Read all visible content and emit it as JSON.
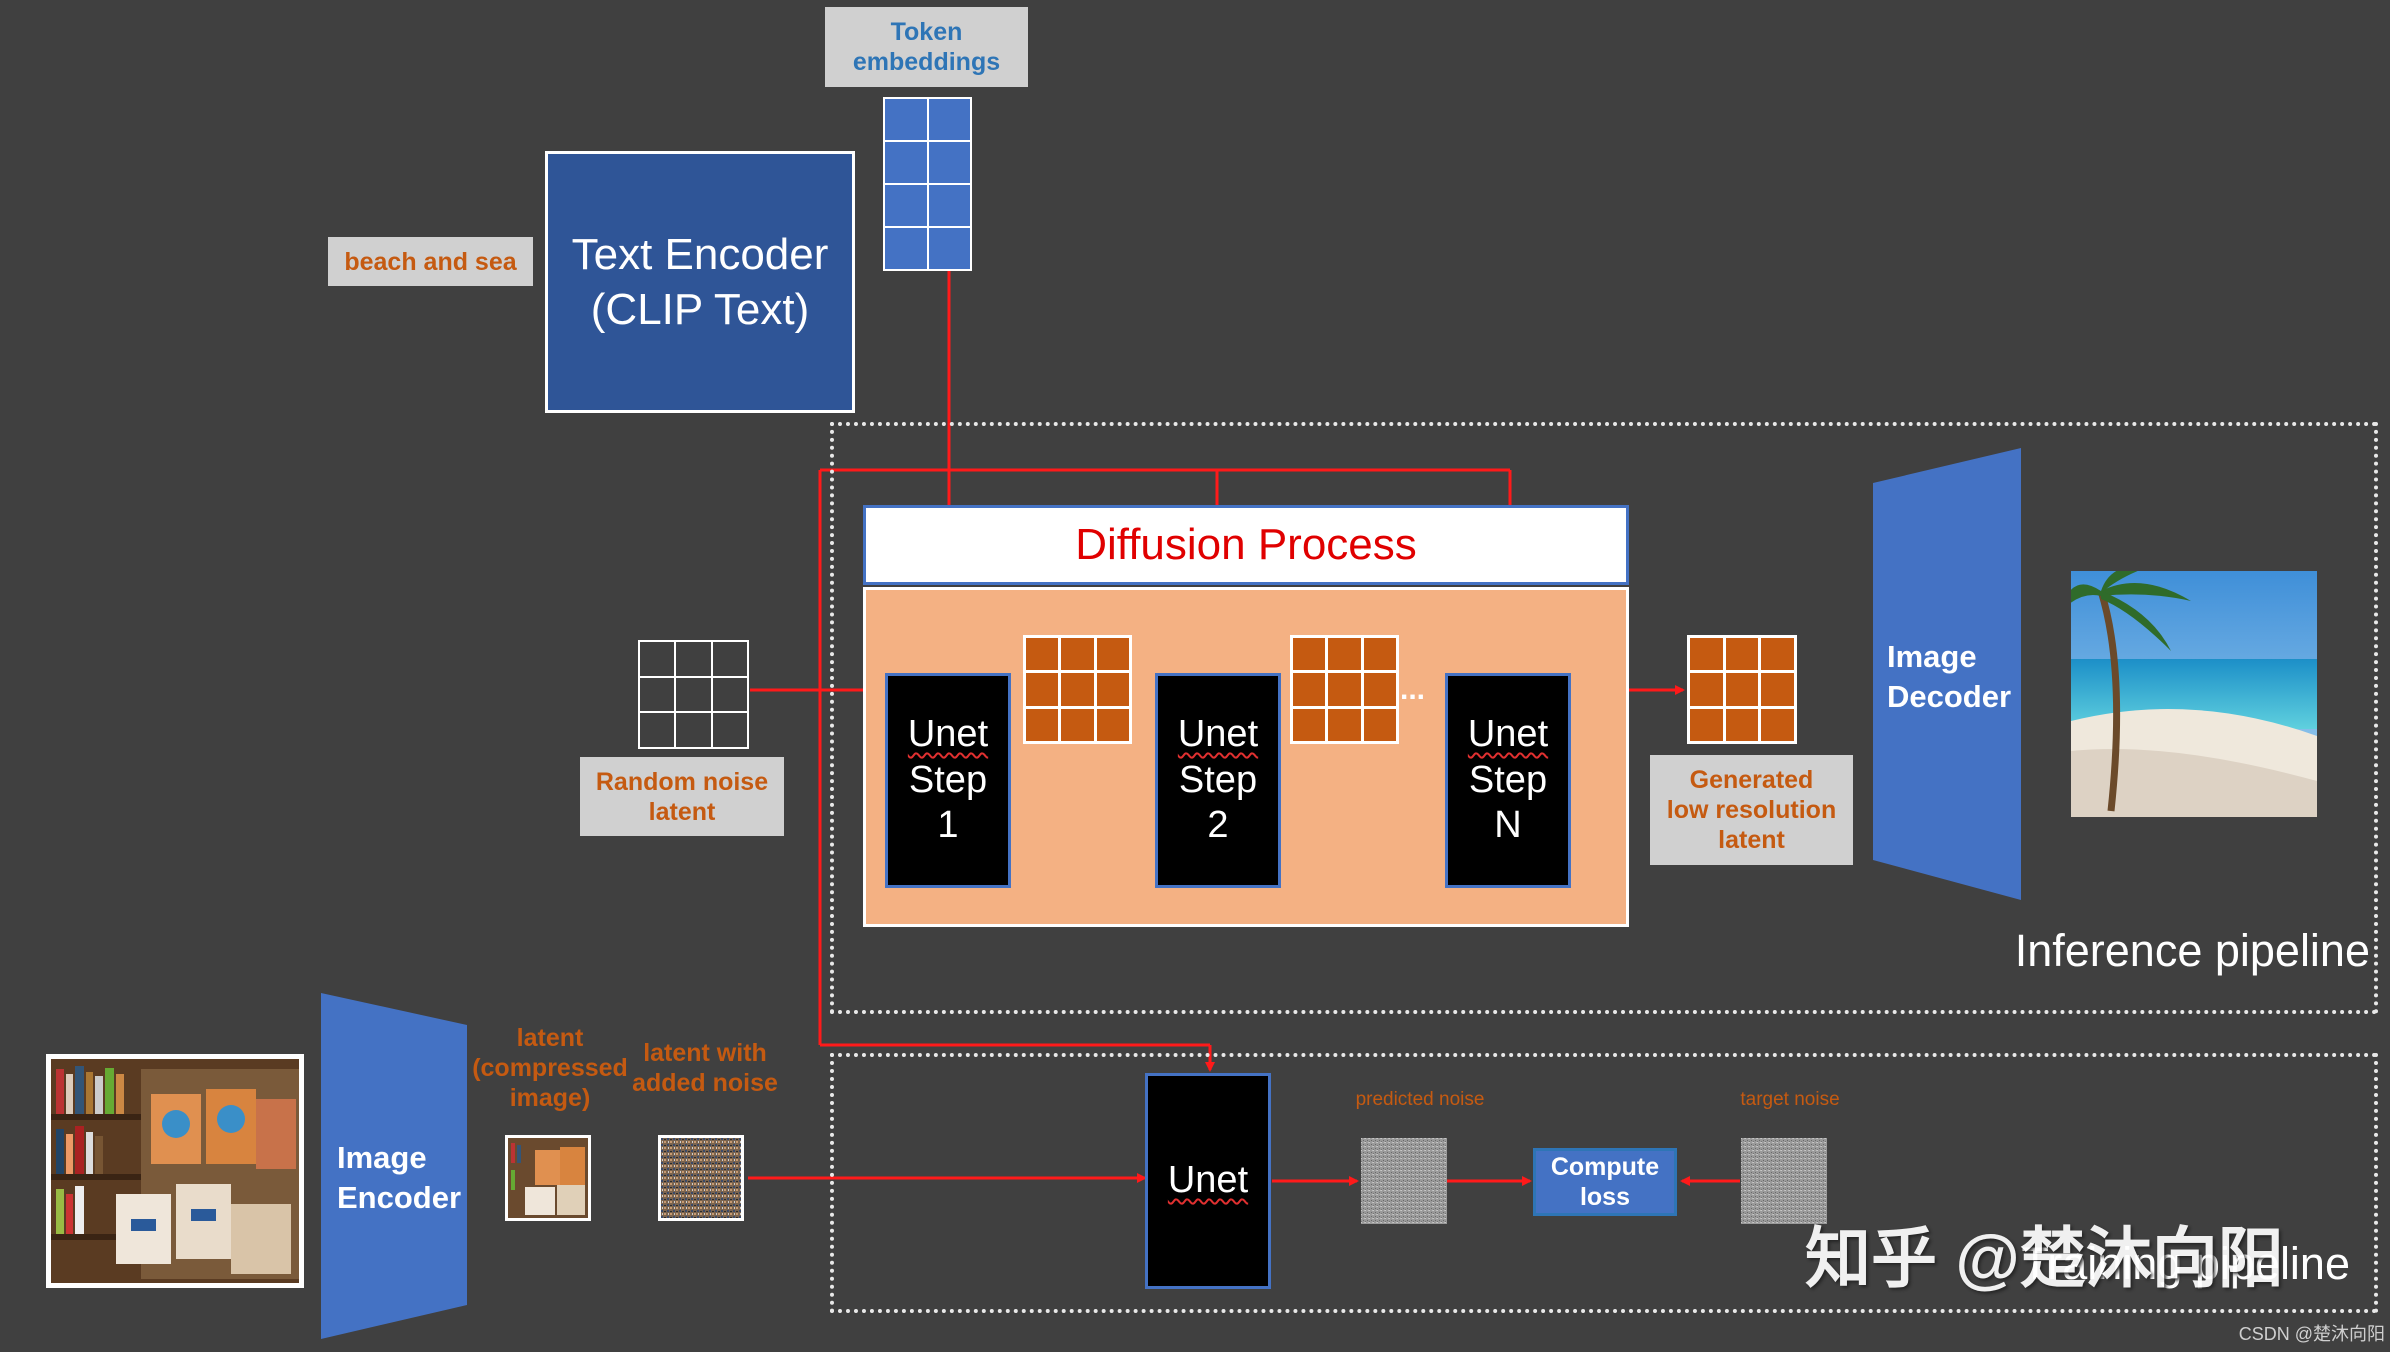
{
  "token_embeddings": "Token\nembeddings",
  "prompt": "beach and sea",
  "text_encoder": "Text Encoder\n(CLIP Text)",
  "diffusion_process": "Diffusion Process",
  "random_noise": "Random noise\nlatent",
  "unet_steps": [
    {
      "line1": "Unet",
      "line2": "Step",
      "line3": "1"
    },
    {
      "line1": "Unet",
      "line2": "Step",
      "line3": "2"
    },
    {
      "line1": "Unet",
      "line2": "Step",
      "line3": "N"
    }
  ],
  "ellipsis": "...",
  "generated_latent": "Generated\nlow resolution\nlatent",
  "image_decoder": "Image\nDecoder",
  "inference_pipeline": "Inference pipeline",
  "image_encoder": "Image\nEncoder",
  "latent_compressed": "latent\n(compressed\nimage)",
  "latent_noise": "latent with\nadded noise",
  "unet_train": "Unet",
  "predicted_noise": "predicted noise",
  "target_noise": "target noise",
  "compute_loss": "Compute\nloss",
  "training_pipeline": "Training pipeline",
  "watermark": "知乎 @楚沐向阳",
  "footer_credit": "CSDN @楚沐向阳",
  "colors": {
    "background": "#404040",
    "encoder_blue": "#2f5597",
    "decoder_blue": "#4472c4",
    "orange": "#c55a11",
    "peach": "#f4b183",
    "arrow_red": "#ff0000",
    "title_red": "#e00000"
  }
}
